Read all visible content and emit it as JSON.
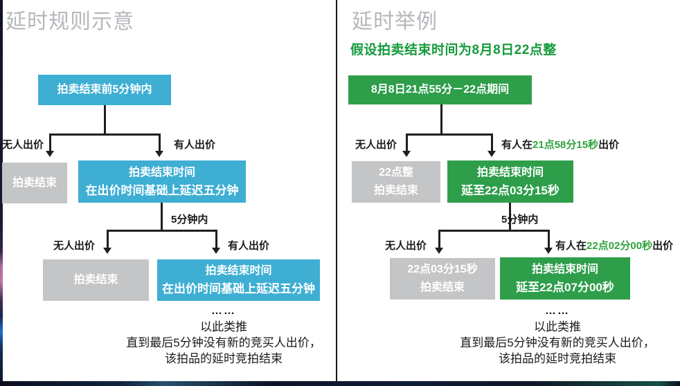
{
  "left": {
    "title": "延时规则示意",
    "root_box": "拍卖结束前5分钟内",
    "level1": {
      "no_bid": "无人出价",
      "has_bid": "有人出价"
    },
    "end_box1": "拍卖结束",
    "delay_box1": {
      "line1": "拍卖结束时间",
      "line2": "在出价时间基础上延迟五分钟"
    },
    "within5": "5分钟内",
    "level2": {
      "no_bid": "无人出价",
      "has_bid": "有人出价"
    },
    "end_box2": "拍卖结束",
    "delay_box2": {
      "line1": "拍卖结束时间",
      "line2": "在出价时间基础上延迟五分钟"
    },
    "ellipsis": "……",
    "captions": [
      "以此类推",
      "直到最后5分钟没有新的竞买人出价，",
      "该拍品的延时竞拍结束"
    ]
  },
  "right": {
    "title": "延时举例",
    "subtitle": "假设拍卖结束时间为8月8日22点整",
    "root_box": "8月8日21点55分－22点期间",
    "level1": {
      "no_bid": "无人出价",
      "bid_prefix": "有人在",
      "bid_time": "21点58分15秒",
      "bid_suffix": "出价"
    },
    "end_box1": {
      "line1": "22点整",
      "line2": "拍卖结束"
    },
    "delay_box1": {
      "line1": "拍卖结束时间",
      "line2": "延至22点03分15秒"
    },
    "within5": "5分钟内",
    "level2": {
      "no_bid": "无人出价",
      "bid_prefix": "有人在",
      "bid_time": "22点02分00秒",
      "bid_suffix": "出价"
    },
    "end_box2": {
      "line1": "22点03分15秒",
      "line2": "拍卖结束"
    },
    "delay_box2": {
      "line1": "拍卖结束时间",
      "line2": "延至22点07分00秒"
    },
    "ellipsis": "……",
    "captions": [
      "以此类推",
      "直到最后5分钟没有新的竞买人出价，",
      "该拍品的延时竞拍结束"
    ]
  },
  "colors": {
    "blue": "#3eaed3",
    "green": "#2e9e4b",
    "gray_box": "#c4c5c7",
    "title_gray": "#b4b7bb",
    "subtitle_green": "#169a3c",
    "highlight_green": "#2fa33d",
    "line": "#1f1f1f",
    "panel_bg": "#ffffff"
  }
}
